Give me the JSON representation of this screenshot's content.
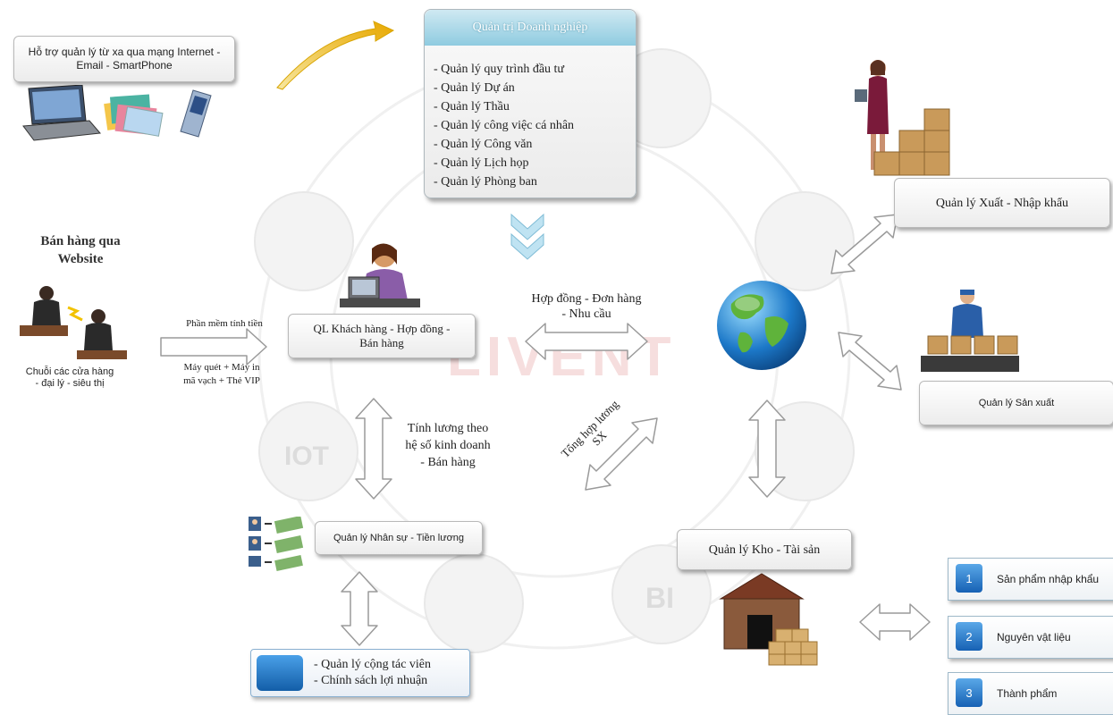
{
  "remote": {
    "label": "Hỗ trợ quản lý từ xa qua mạng Internet - Email - SmartPhone"
  },
  "enterprise": {
    "title": "Quản trị Doanh nghiệp",
    "items": [
      "- Quản lý quy trình đầu tư",
      "- Quản lý Dự án",
      "- Quản lý Thầu",
      "- Quản lý công việc cá nhân",
      "- Quản lý Công văn",
      "- Quản lý Lịch họp",
      "- Quản lý Phòng ban"
    ]
  },
  "website": {
    "line1": "Bán hàng qua",
    "line2": "Website"
  },
  "chain": {
    "line1": "Chuỗi các cửa hàng",
    "line2": "- đại lý - siêu thị"
  },
  "pos": {
    "top": "Phần mềm tính tiền",
    "bottom1": "Máy quét + Máy in",
    "bottom2": "mã vạch + Thẻ VIP"
  },
  "crm": {
    "line1": "QL Khách hàng - Hợp đồng -",
    "line2": "Bán hàng"
  },
  "contract": {
    "line1": "Hợp đồng - Đơn hàng",
    "line2": "- Nhu cầu"
  },
  "salary": {
    "line1": "Tính lương theo",
    "line2": "hệ số kinh doanh",
    "line3": "- Bán hàng"
  },
  "prod_salary": {
    "line1": "Tổng hợp lương",
    "line2": "SX"
  },
  "hr": {
    "label": "Quản lý Nhân sự - Tiền lương"
  },
  "partner": {
    "line1": "- Quản lý cộng tác viên",
    "line2": "- Chính sách lợi nhuận"
  },
  "import_export": {
    "label": "Quản lý Xuất - Nhập khẩu"
  },
  "production": {
    "label": "Quản lý Sản xuất"
  },
  "warehouse": {
    "label": "Quản lý Kho - Tài sản"
  },
  "inventory": [
    {
      "num": "1",
      "label": "Sản phẩm nhập khẩu"
    },
    {
      "num": "2",
      "label": "Nguyên vật liệu"
    },
    {
      "num": "3",
      "label": "Thành phẩm"
    }
  ],
  "watermark": {
    "brand": "LIVENT",
    "iot": "IOT",
    "bi": "BI"
  }
}
